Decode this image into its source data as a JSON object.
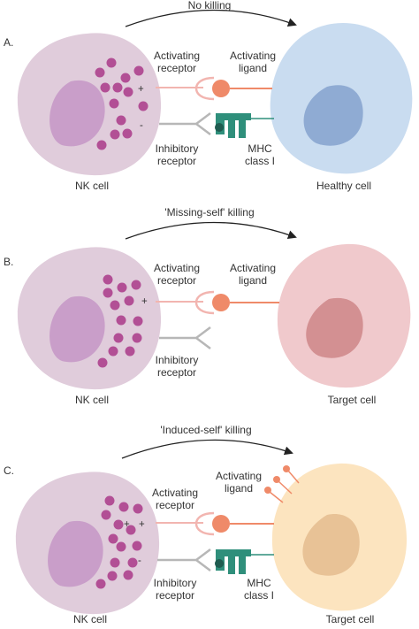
{
  "colors": {
    "nk_cell": "#e0ccdb",
    "nk_nucleus": "#c99ec9",
    "granule": "#b24f95",
    "healthy_cell": "#c9dcf0",
    "healthy_nucleus": "#8fabd3",
    "target_pink": "#f0c9cc",
    "target_pink_nucleus": "#d39092",
    "target_peach": "#fce4bf",
    "target_peach_nucleus": "#e8c296",
    "activating_receptor": "#f2b5b0",
    "activating_ligand": "#ef8a69",
    "inhibitory_receptor": "#b7b7b7",
    "mhc": "#2f8f7b",
    "mhc_dark": "#1f5c50",
    "arrow": "#222222"
  },
  "panels": [
    {
      "letter": "A.",
      "arrow_label": "No killing",
      "activating_receptor_label": [
        "Activating",
        "receptor"
      ],
      "activating_ligand_label": [
        "Activating",
        "ligand"
      ],
      "inhibitory_receptor_label": [
        "Inhibitory",
        "receptor"
      ],
      "mhc_label": [
        "MHC",
        "class I"
      ],
      "left_cell_label": "NK cell",
      "right_cell_label": "Healthy cell",
      "signs": [
        "+",
        "-"
      ]
    },
    {
      "letter": "B.",
      "arrow_label": "'Missing-self' killing",
      "activating_receptor_label": [
        "Activating",
        "receptor"
      ],
      "activating_ligand_label": [
        "Activating",
        "ligand"
      ],
      "inhibitory_receptor_label": [
        "Inhibitory",
        "receptor"
      ],
      "left_cell_label": "NK cell",
      "right_cell_label": "Target cell",
      "signs": [
        "+"
      ]
    },
    {
      "letter": "C.",
      "arrow_label": "'Induced-self' killing",
      "activating_receptor_label": [
        "Activating",
        "receptor"
      ],
      "activating_ligand_label": [
        "Activating",
        "ligand"
      ],
      "inhibitory_receptor_label": [
        "Inhibitory",
        "receptor"
      ],
      "mhc_label": [
        "MHC",
        "class I"
      ],
      "left_cell_label": "NK cell",
      "right_cell_label": "Target cell",
      "signs": [
        "+",
        "+",
        "-"
      ]
    }
  ]
}
